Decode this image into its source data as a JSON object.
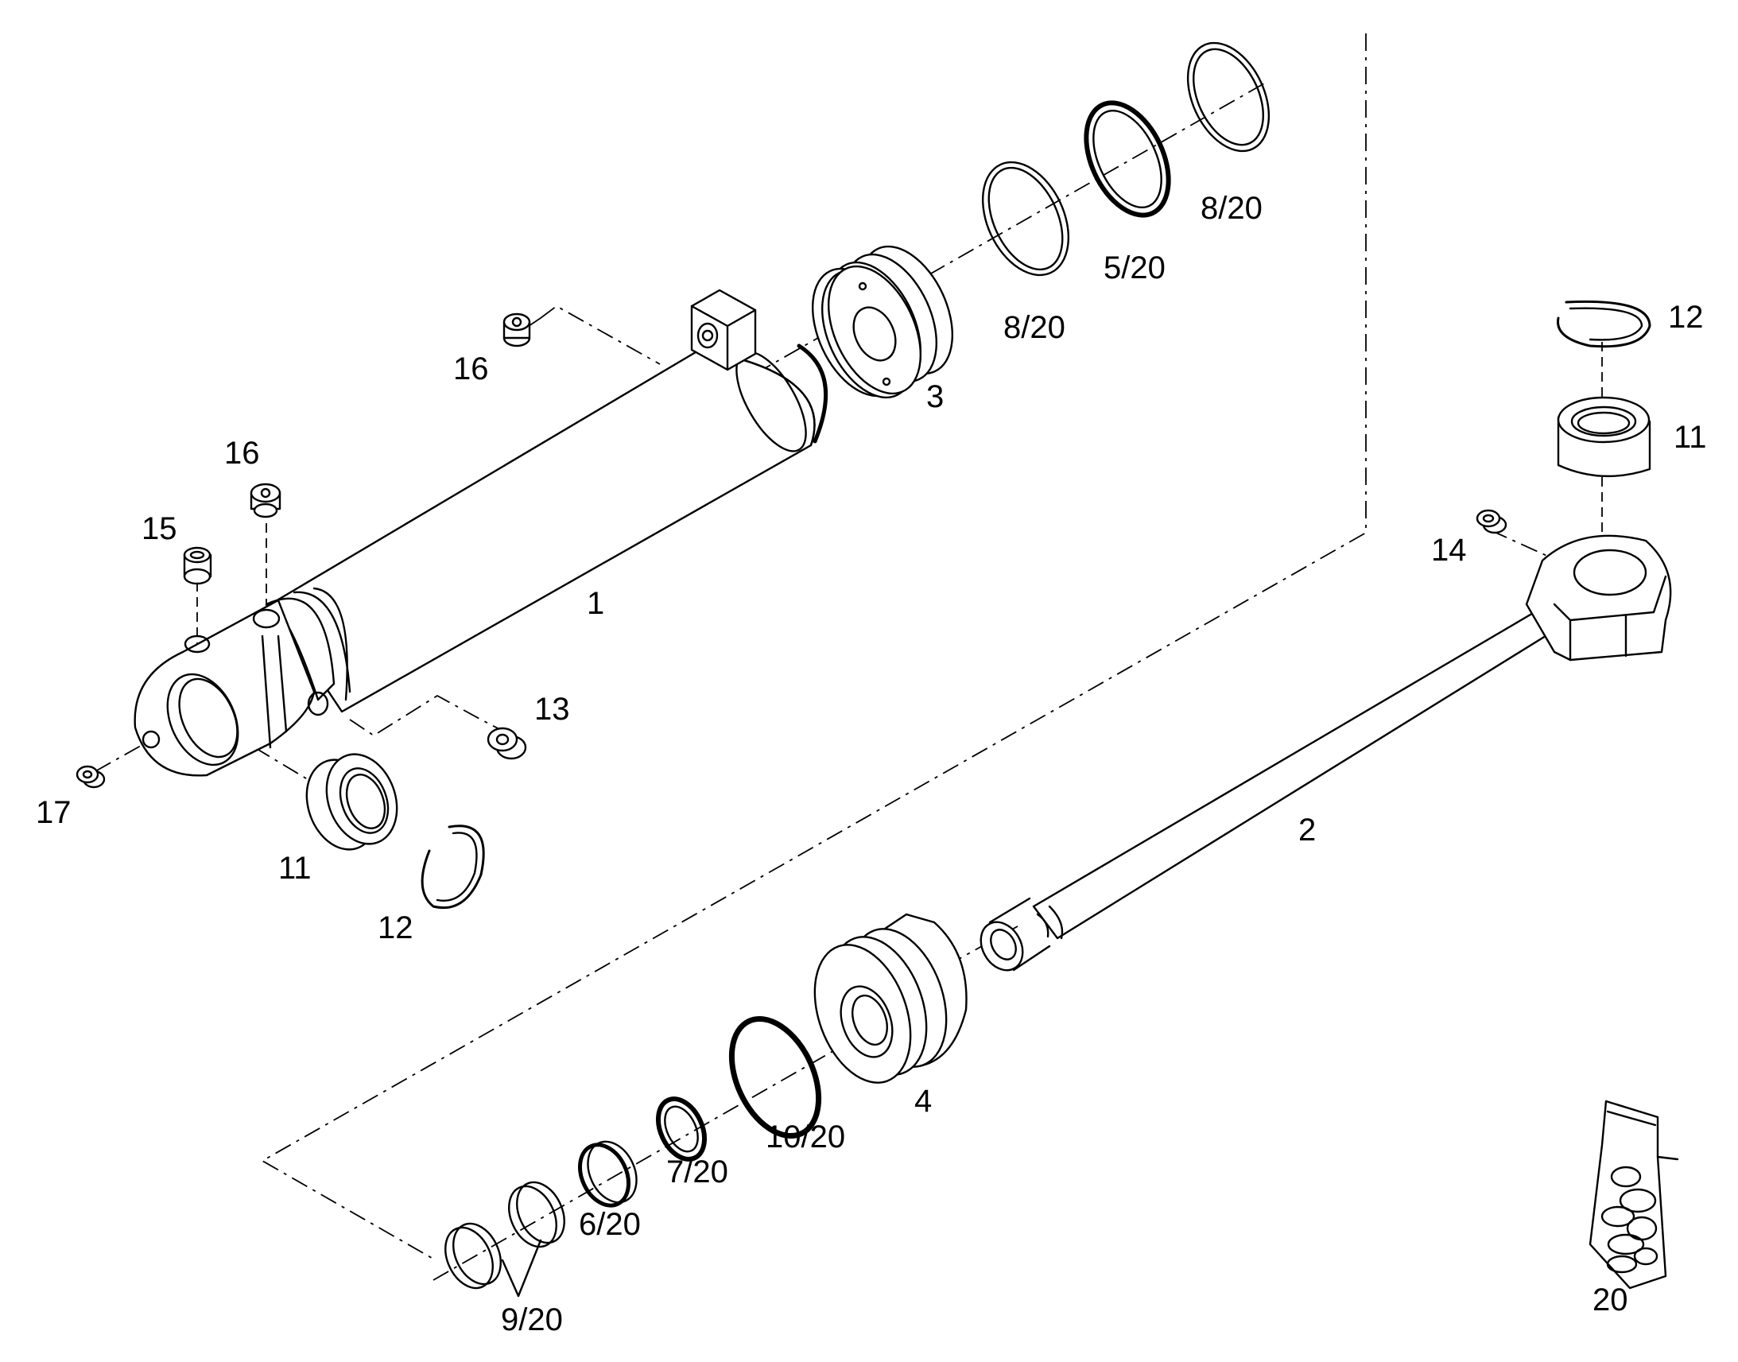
{
  "callouts": {
    "c1": "1",
    "c2": "2",
    "c3": "3",
    "c4": "4",
    "c5": "5/20",
    "c6": "6/20",
    "c7": "7/20",
    "c8a": "8/20",
    "c8b": "8/20",
    "c9": "9/20",
    "c10": "10/20",
    "c11a": "11",
    "c11b": "11",
    "c12a": "12",
    "c12b": "12",
    "c13": "13",
    "c14": "14",
    "c15": "15",
    "c16a": "16",
    "c16b": "16",
    "c17": "17",
    "c20": "20"
  }
}
